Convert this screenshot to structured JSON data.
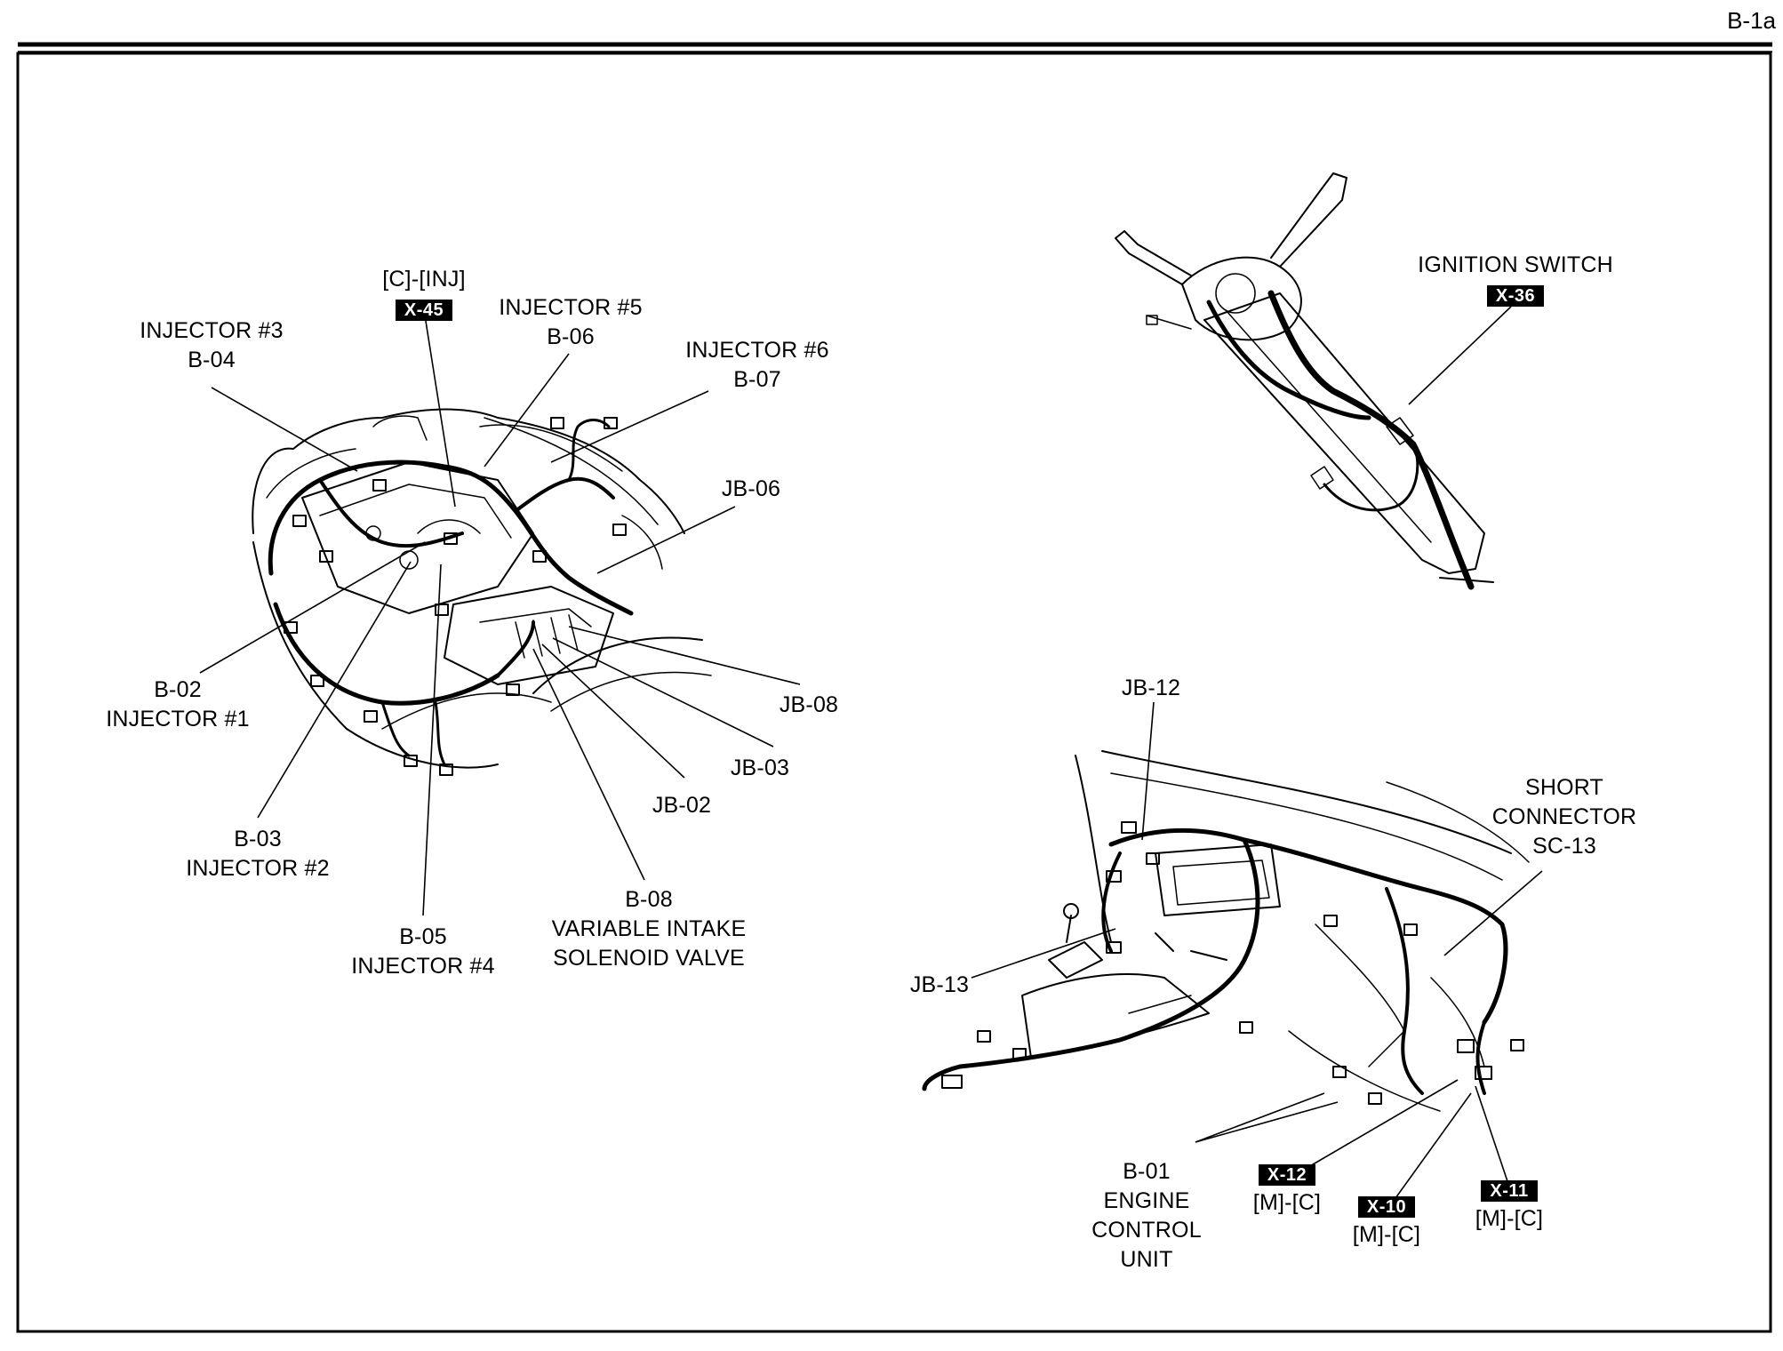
{
  "page_id": "B-1a",
  "engine_bay": {
    "inj_conn": {
      "wire": "[C]-[INJ]",
      "tag": "X-45"
    },
    "injector3": {
      "name": "INJECTOR #3",
      "code": "B-04"
    },
    "injector5": {
      "name": "INJECTOR #5",
      "code": "B-06"
    },
    "injector6": {
      "name": "INJECTOR #6",
      "code": "B-07"
    },
    "jb06": "JB-06",
    "injector1": {
      "code": "B-02",
      "name": "INJECTOR #1"
    },
    "jb08": "JB-08",
    "jb03": "JB-03",
    "jb02": "JB-02",
    "injector2": {
      "code": "B-03",
      "name": "INJECTOR #2"
    },
    "valve": {
      "code": "B-08",
      "line1": "VARIABLE INTAKE",
      "line2": "SOLENOID VALVE"
    },
    "injector4": {
      "code": "B-05",
      "name": "INJECTOR #4"
    }
  },
  "steering": {
    "ignition": {
      "name": "IGNITION SWITCH",
      "tag": "X-36"
    }
  },
  "dashboard": {
    "jb12": "JB-12",
    "jb13": "JB-13",
    "short_conn": {
      "line1": "SHORT",
      "line2": "CONNECTOR",
      "code": "SC-13"
    },
    "ecu": {
      "code": "B-01",
      "line1": "ENGINE",
      "line2": "CONTROL",
      "line3": "UNIT"
    },
    "x12": {
      "tag": "X-12",
      "wire": "[M]-[C]"
    },
    "x10": {
      "tag": "X-10",
      "wire": "[M]-[C]"
    },
    "x11": {
      "tag": "X-11",
      "wire": "[M]-[C]"
    }
  }
}
